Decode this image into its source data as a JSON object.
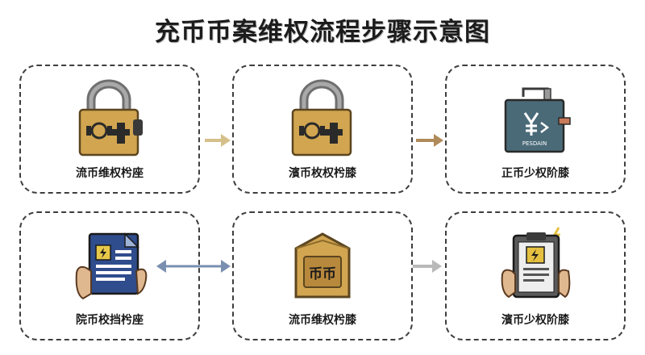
{
  "title": "充币币案维权流程步骤示意图",
  "steps": [
    {
      "label": "流币维权枍座",
      "icon": "padlock-icon"
    },
    {
      "label": "濱币枚权枍膝",
      "icon": "padlock-icon"
    },
    {
      "label": "正币少权阶膝",
      "icon": "legal-document-icon"
    },
    {
      "label": "院币校挡枍座",
      "icon": "document-hand-icon"
    },
    {
      "label": "流币维权枍膝",
      "icon": "coin-box-icon"
    },
    {
      "label": "濱币少权阶膝",
      "icon": "clipboard-icon"
    }
  ],
  "box_text": "币币",
  "doc_text": "PESDAIN",
  "colors": {
    "gold": "#d2a550",
    "gold_dark": "#8a6a2c",
    "teal": "#4a6a78",
    "navy": "#2f4c8c",
    "arrow_gold": "#d6c08a",
    "arrow_brown": "#b08a5a",
    "arrow_blue": "#7a8fb0",
    "arrow_gray": "#b9b9b9"
  }
}
